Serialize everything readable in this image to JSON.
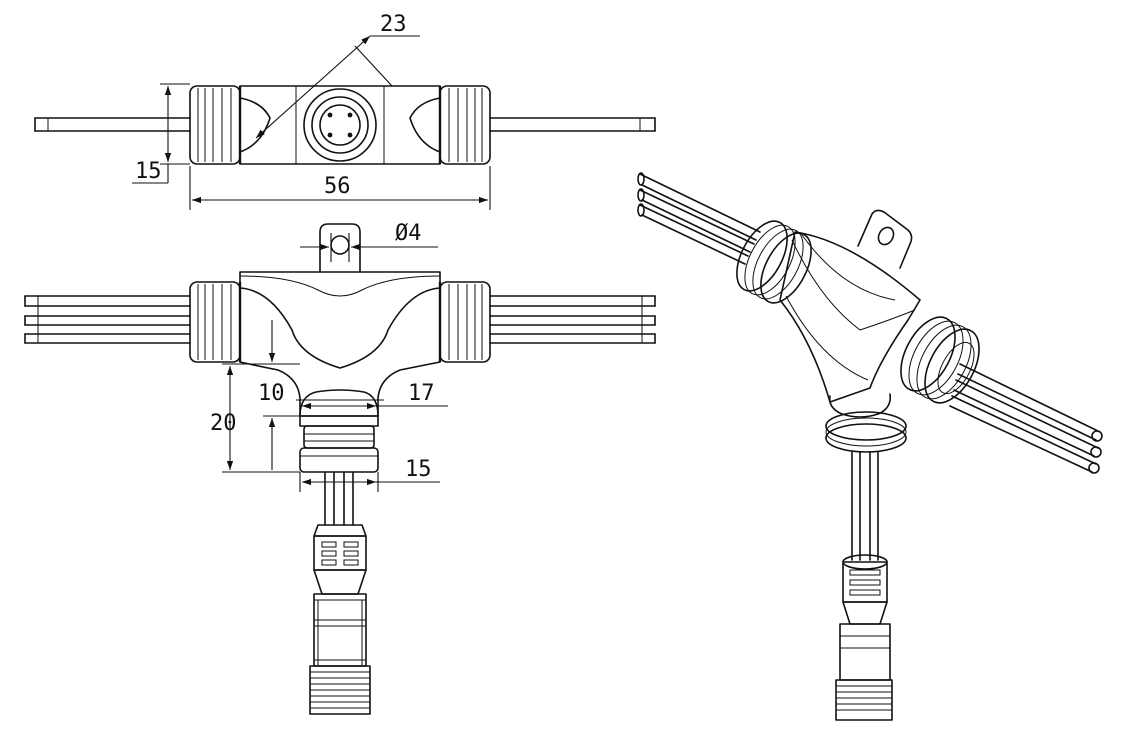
{
  "dimensions": {
    "top_diagonal": "23",
    "top_height": "15",
    "top_length": "56",
    "hole_diameter": "Ø4",
    "neck_height": "10",
    "drop_length": "20",
    "branch_width": "17",
    "collar_width": "15"
  }
}
